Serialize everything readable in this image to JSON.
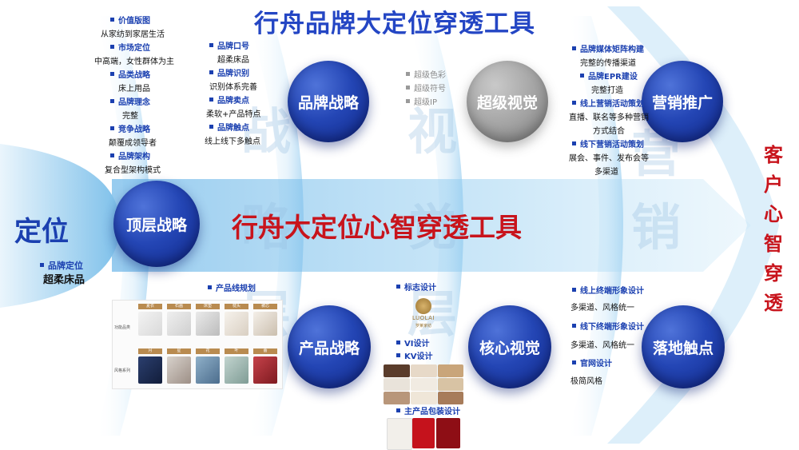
{
  "title": "行舟品牌大定位穿透工具",
  "center_title": "行舟大定位心智穿透工具",
  "left": {
    "main": "定位",
    "sub_head": "品牌定位",
    "sub_text": "超柔床品"
  },
  "right_vertical": "客户心智穿透",
  "watermark": [
    "战",
    "略",
    "层",
    "视",
    "觉",
    "层",
    "营",
    "销"
  ],
  "circles": {
    "top_strategy": "顶层战略",
    "brand_strategy": "品牌战略",
    "super_visual": "超级视觉",
    "marketing": "营销推广",
    "product_strategy": "产品战略",
    "core_visual": "核心视觉",
    "touchpoint": "落地触点"
  },
  "col1": [
    {
      "h": "价值版图",
      "t": "从家纺到家居生活"
    },
    {
      "h": "市场定位",
      "t": "中高端，女性群体为主"
    },
    {
      "h": "品类战略",
      "t": "床上用品"
    },
    {
      "h": "品牌理念",
      "t": "完整"
    },
    {
      "h": "竞争战略",
      "t": "颠覆成领导者"
    },
    {
      "h": "品牌架构",
      "t": "复合型架构模式"
    }
  ],
  "col2": [
    {
      "h": "品牌口号",
      "t": "超柔床品"
    },
    {
      "h": "品牌识别",
      "t": "识别体系完善"
    },
    {
      "h": "品牌卖点",
      "t": "柔软+产品特点"
    },
    {
      "h": "品牌触点",
      "t": "线上线下多触点"
    }
  ],
  "col3": [
    "超级色彩",
    "超级符号",
    "超级IP"
  ],
  "col4": [
    {
      "h": "品牌媒体矩阵构建",
      "t": [
        "完整的传播渠道"
      ]
    },
    {
      "h": "品牌EPR建设",
      "t": [
        "完整打造"
      ]
    },
    {
      "h": "线上营销活动策划",
      "t": [
        "直播、联名等多种营销",
        "方式结合"
      ]
    },
    {
      "h": "线下营销活动策划",
      "t": [
        "展会、事件、发布会等",
        "多渠道"
      ]
    }
  ],
  "product_line": {
    "head": "产品线规划",
    "row1_label": "功能品类",
    "row2_label": "风格系列",
    "row1_tags": [
      "夏衣",
      "石画",
      "床垫",
      "枕头",
      "被芯"
    ],
    "row2_tags": [
      "月",
      "星",
      "花",
      "叶",
      "蕾"
    ]
  },
  "core_visual_items": {
    "logo_design": "标志设计",
    "logo_brand": "LUOLAI",
    "logo_cn": "罗莱家纺",
    "vi": "VI设计",
    "kv": "KV设计",
    "package": "主产品包装设计"
  },
  "touch_items": [
    {
      "h": "线上终端形象设计",
      "t": "多渠道、风格统一"
    },
    {
      "h": "线下终端形象设计",
      "t": "多渠道、风格统一"
    },
    {
      "h": "官网设计",
      "t": "极简风格"
    }
  ],
  "colors": {
    "primary": "#1b40b0",
    "red": "#c8141c",
    "title_blue": "#2446c4"
  }
}
